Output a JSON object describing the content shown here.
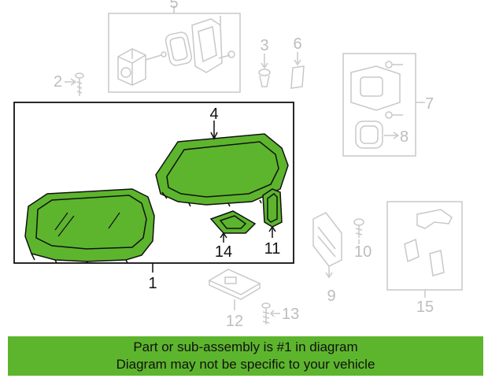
{
  "colors": {
    "highlight_fill": "#5db52d",
    "highlight_stroke": "#111111",
    "faded_parts": "#c8c8c8",
    "banner_bg": "#5db52d"
  },
  "callouts": {
    "c1": "1",
    "c2": "2",
    "c3": "3",
    "c4": "4",
    "c5": "5",
    "c6": "6",
    "c7": "7",
    "c8": "8",
    "c9": "9",
    "c10": "10",
    "c11": "11",
    "c12": "12",
    "c13": "13",
    "c14": "14",
    "c15": "15"
  },
  "banner": {
    "line1": "Part or sub-assembly is #1 in diagram",
    "line2": "Diagram may not be specific to your vehicle"
  }
}
